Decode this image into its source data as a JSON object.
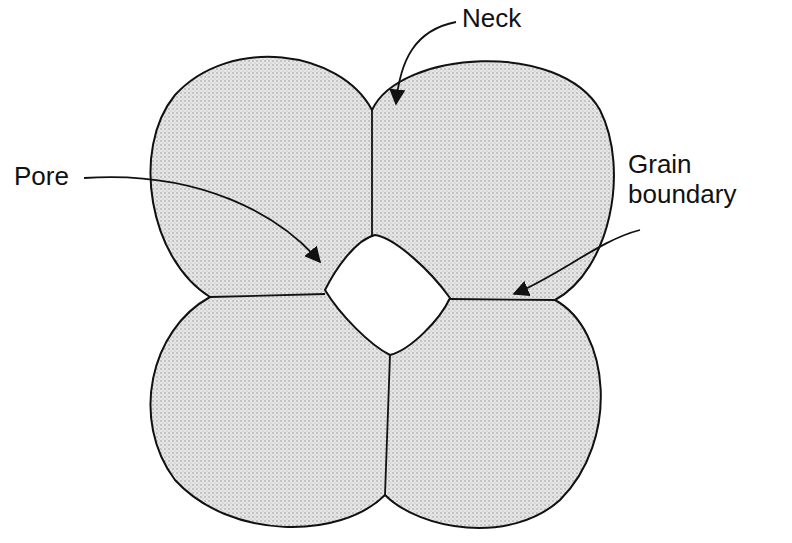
{
  "diagram": {
    "labels": [
      "Neck",
      "Pore",
      "Grain boundary"
    ]
  }
}
